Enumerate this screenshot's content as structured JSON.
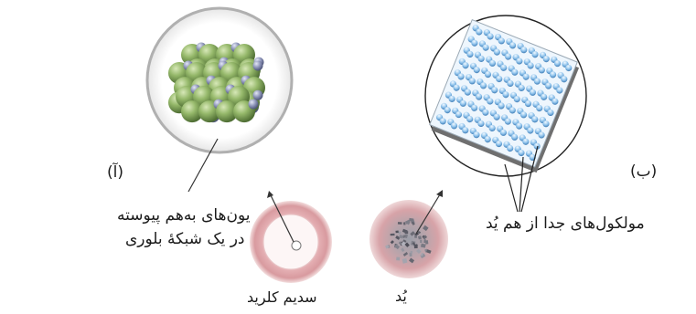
{
  "labels": {
    "part_a": "(آ)",
    "part_b": "(ب)",
    "ionic_lattice_line1": "یون‌های به‌هم پیوسته",
    "ionic_lattice_line2": "در یک شبکهٔ بلوری",
    "separate_molecules": "مولکول‌های جدا از هم یُد",
    "sodium_chloride": "سدیم کلرید",
    "iodine": "یُد"
  },
  "colors": {
    "large_ion": "#8fb064",
    "small_ion": "#8c93b8",
    "molecule": "#8fc3ec",
    "dish_rim": "#dca4a8"
  }
}
